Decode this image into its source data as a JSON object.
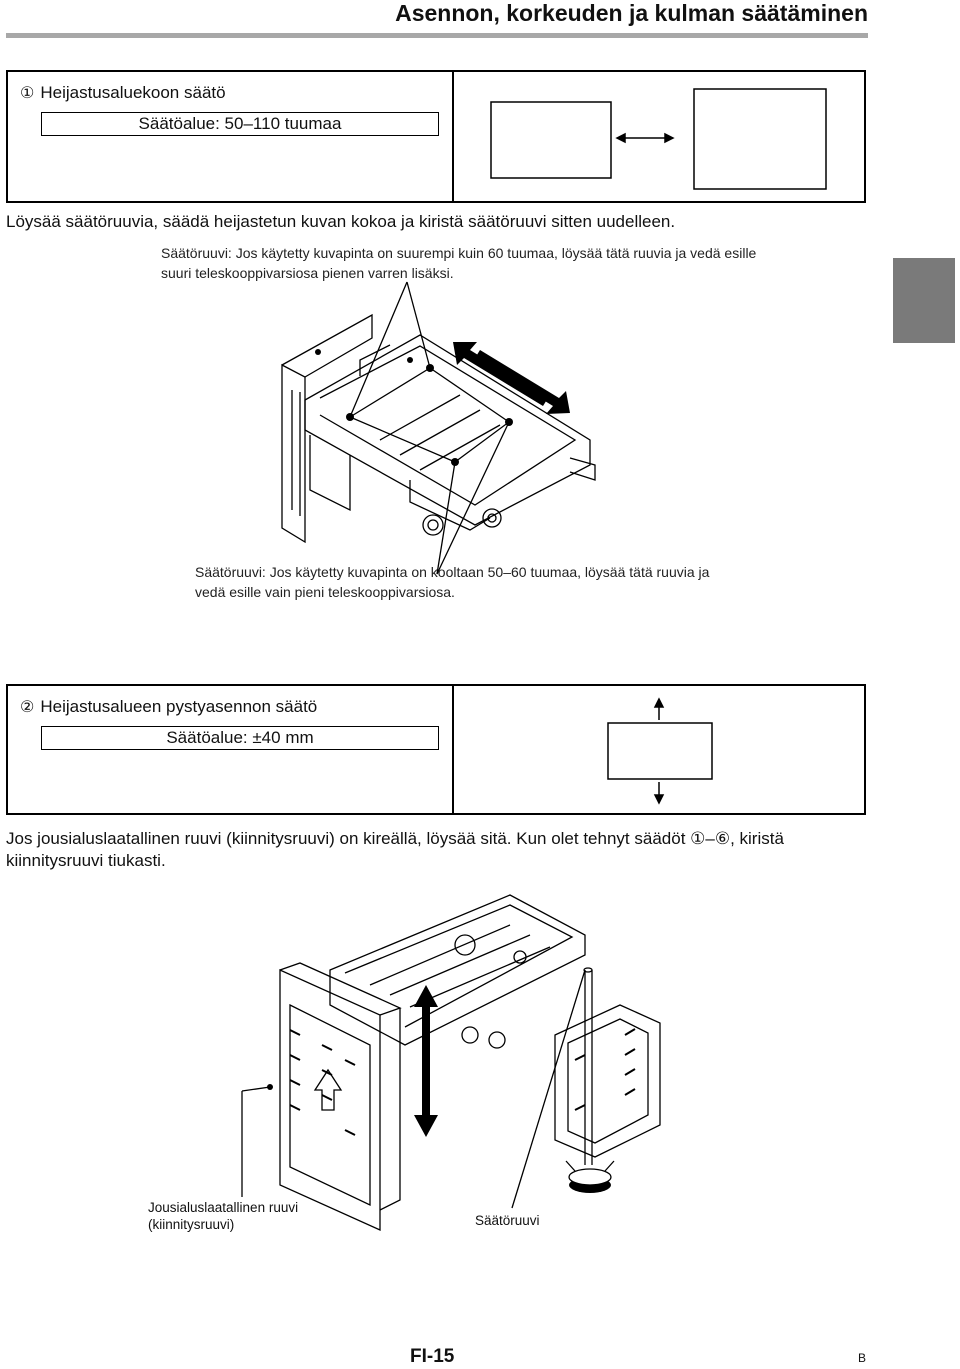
{
  "header": {
    "title": "Asennon, korkeuden ja kulman säätäminen"
  },
  "section1": {
    "number": "①",
    "heading": "Heijastusaluekoon säätö",
    "range": "Säätöalue: 50–110 tuumaa",
    "instruction": "Löysää säätöruuvia, säädä heijastetun kuvan kokoa ja kiristä säätöruuvi sitten uudelleen.",
    "note_large": "Säätöruuvi: Jos käytetty kuvapinta on suurempi kuin 60 tuumaa, löysää tätä ruuvia ja vedä esille suuri teleskooppivarsiosa pienen varren lisäksi.",
    "note_small": "Säätöruuvi: Jos käytetty kuvapinta on kooltaan 50–60 tuumaa, löysää tätä ruuvia ja vedä esille vain pieni teleskooppivarsiosa."
  },
  "section2": {
    "number": "②",
    "heading": "Heijastusalueen pystyasennon säätö",
    "range": "Säätöalue: ±40 mm",
    "instruction": "Jos jousialuslaatallinen ruuvi (kiinnitysruuvi) on kireällä, löysää sitä. Kun olet tehnyt säädöt ①–⑥, kiristä kiinnitysruuvi tiukasti.",
    "caption_fixing_screw": "Jousialuslaatallinen ruuvi (kiinnitysruuvi)",
    "caption_adjust_screw": "Säätöruuvi"
  },
  "footer": {
    "page_number": "FI-15",
    "code": "B"
  },
  "colors": {
    "rule": "#a8a8a8",
    "tab_marker": "#7a7a7a",
    "ink": "#111111"
  }
}
